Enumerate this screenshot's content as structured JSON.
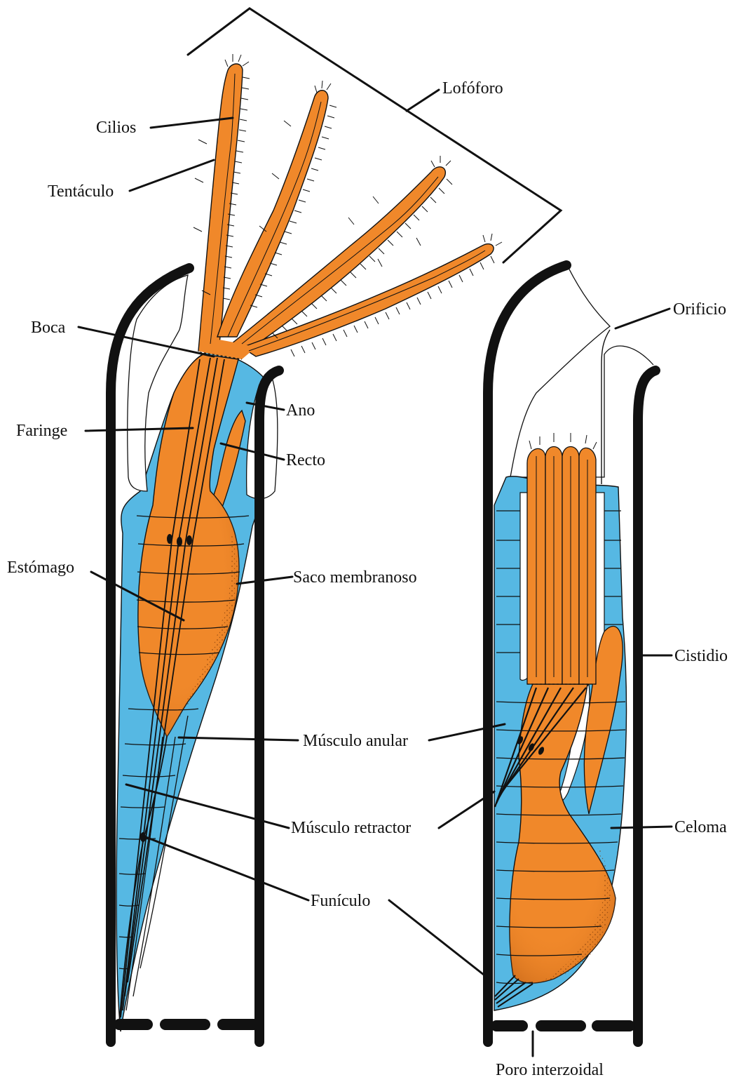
{
  "colors": {
    "orange": "#f0882a",
    "blue": "#56b8e3",
    "ink": "#111111",
    "background": "#ffffff"
  },
  "labels": {
    "lofoforo": "Lofóforo",
    "cilios": "Cilios",
    "tentaculo": "Tentáculo",
    "boca": "Boca",
    "faringe": "Faringe",
    "ano": "Ano",
    "recto": "Recto",
    "estomago": "Estómago",
    "saco_membranoso": "Saco membranoso",
    "musculo_anular": "Músculo anular",
    "musculo_retractor": "Músculo retractor",
    "funiculo": "Funículo",
    "orificio": "Orificio",
    "cistidio": "Cistidio",
    "celoma": "Celoma",
    "poro_interzoidal": "Poro interzoidal"
  }
}
